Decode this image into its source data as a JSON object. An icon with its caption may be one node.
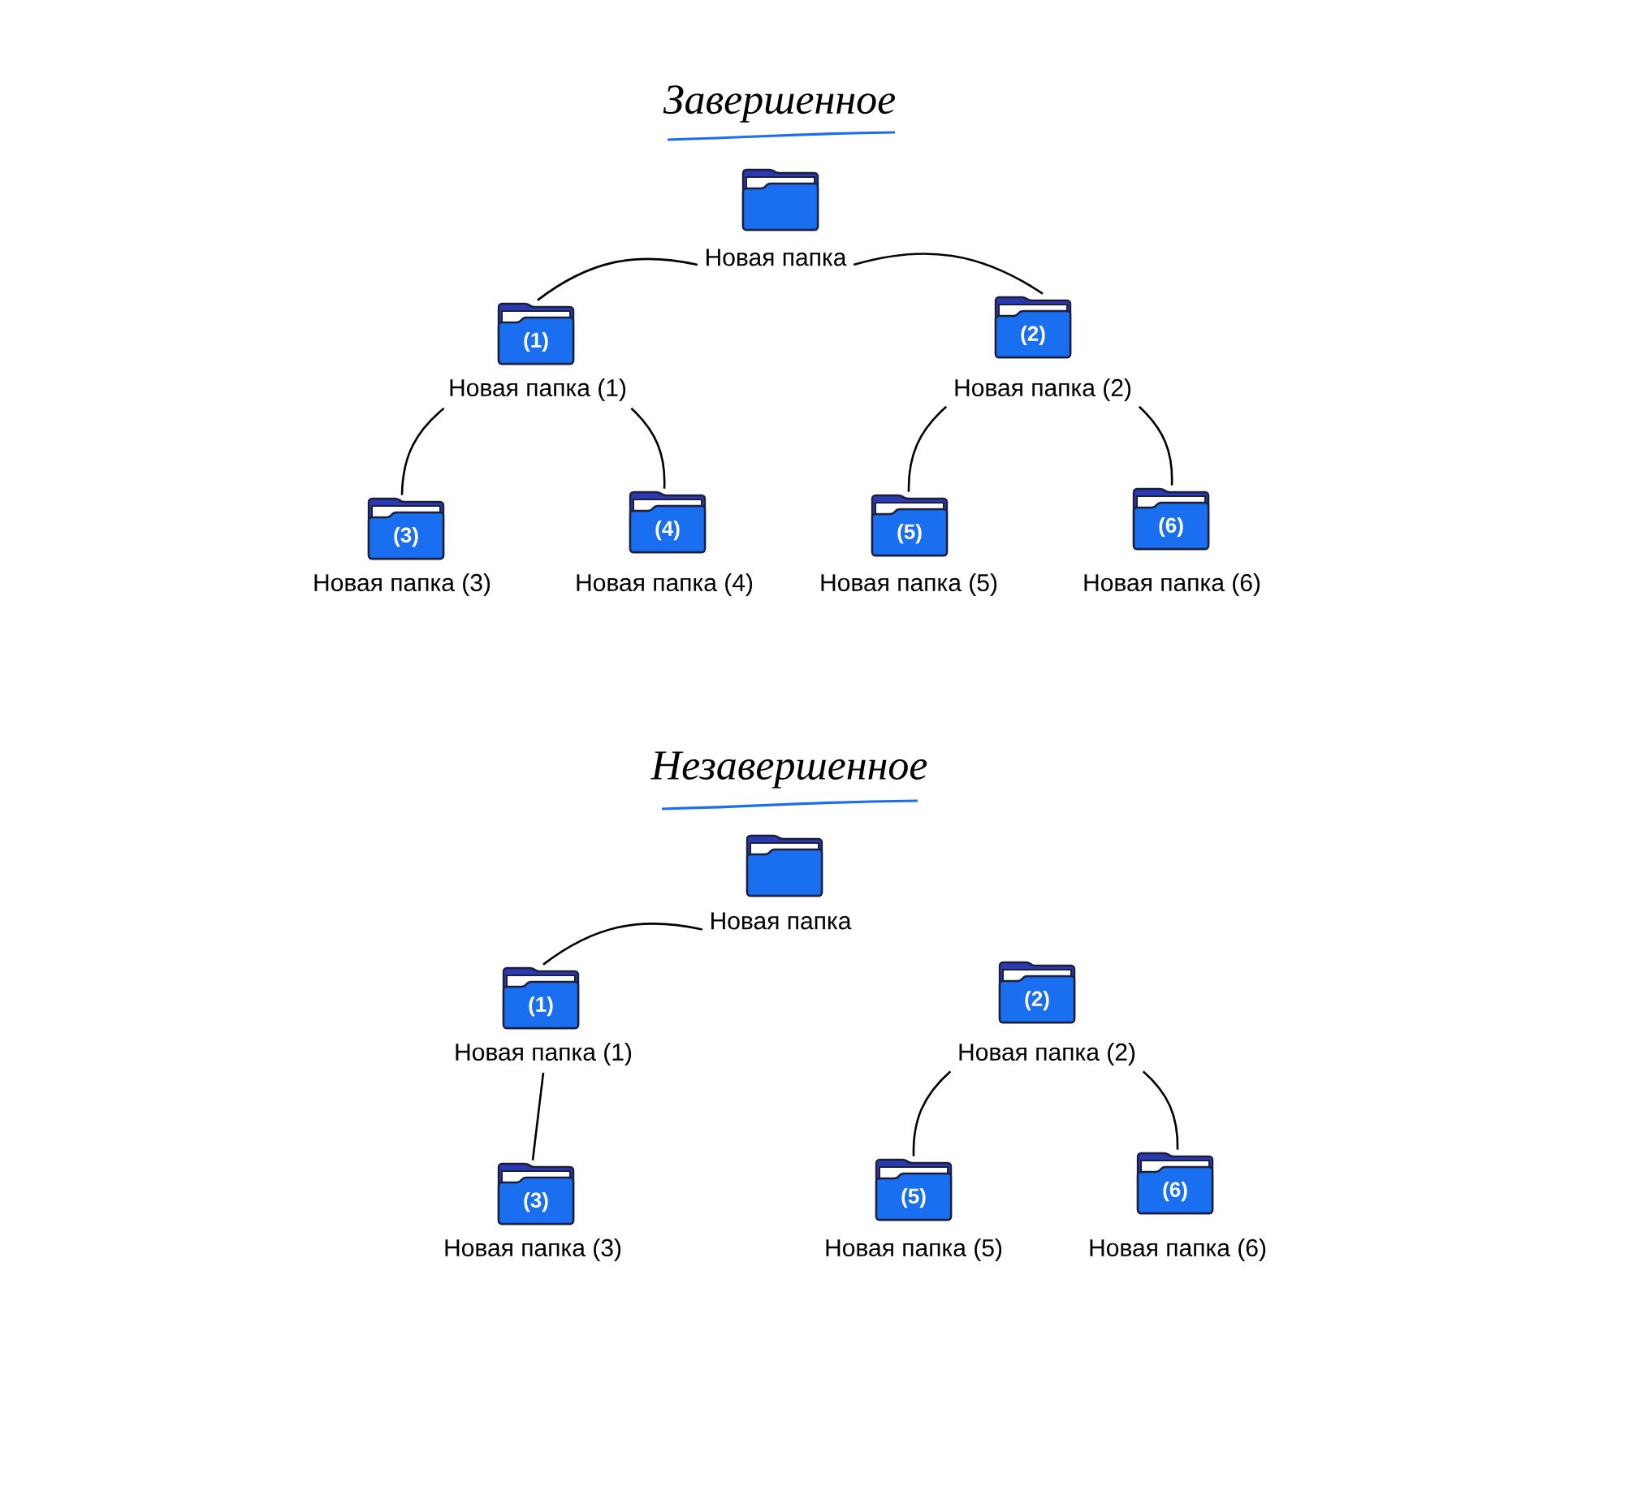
{
  "diagram": {
    "nodes": [
      {
        "text": [
          "Новая папка"
        ]
      },
      {
        "text": [
          "(1)",
          "Новая папка (1)"
        ]
      },
      {
        "text": [
          "(2)",
          "Новая папка (2)"
        ]
      },
      {
        "text": [
          "(3)",
          "Новая папка (3)"
        ]
      },
      {
        "text": [
          "(4)",
          "Новая папка (4)"
        ]
      },
      {
        "text": [
          "(5)",
          "Новая папка (5)"
        ]
      },
      {
        "text": [
          "(6)",
          "Новая папка (6)"
        ]
      },
      {
        "text": [
          "Новая папка"
        ]
      },
      {
        "text": [
          "(1)",
          "Новая папка (1)"
        ]
      },
      {
        "text": [
          "(2)",
          "Новая папка (2)"
        ]
      },
      {
        "text": [
          "(3)",
          "Новая папка (3)"
        ]
      },
      {
        "text": [
          "(5)",
          "Новая папка (5)"
        ]
      },
      {
        "text": [
          "(6)",
          "Новая папка (6)"
        ]
      }
    ],
    "edges": [
      {
        "from": 0,
        "to": 1,
        "arrow": "none"
      },
      {
        "from": 0,
        "to": 2,
        "arrow": "none"
      },
      {
        "from": 1,
        "to": 3,
        "arrow": "none"
      },
      {
        "from": 1,
        "to": 4,
        "arrow": "none"
      },
      {
        "from": 2,
        "to": 5,
        "arrow": "none"
      },
      {
        "from": 2,
        "to": 6,
        "arrow": "none"
      },
      {
        "from": 7,
        "to": 8,
        "arrow": "none"
      },
      {
        "from": 8,
        "to": 10,
        "arrow": "none"
      },
      {
        "from": 9,
        "to": 11,
        "arrow": "none"
      },
      {
        "from": 9,
        "to": 12,
        "arrow": "none"
      }
    ],
    "labels": [
      "Завершенное",
      "Незавершенное"
    ]
  }
}
